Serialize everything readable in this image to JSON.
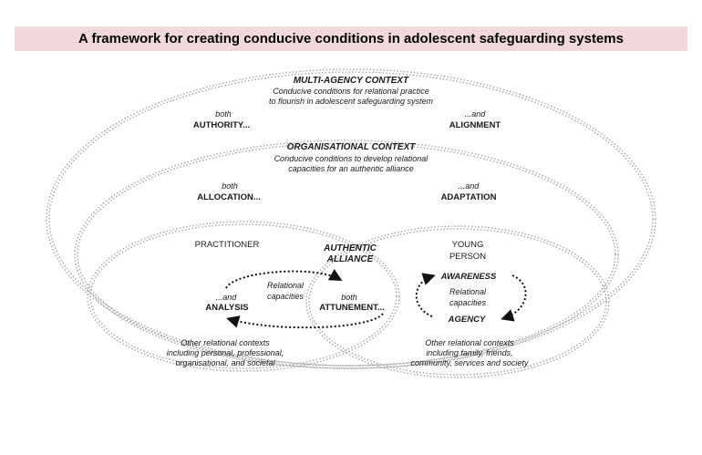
{
  "title": "A framework for creating conducive conditions in adolescent safeguarding systems",
  "multi_agency": {
    "heading": "MULTI-AGENCY CONTEXT",
    "desc_line1": "Conducive conditions for relational practice",
    "desc_line2": "to flourish in adolescent safeguarding system",
    "left_small": "both",
    "left_big": "AUTHORITY...",
    "right_small": "...and",
    "right_big": "ALIGNMENT"
  },
  "organisational": {
    "heading": "ORGANISATIONAL CONTEXT",
    "desc_line1": "Conducive conditions to develop relational",
    "desc_line2": "capacities for an authentic alliance",
    "left_small": "both",
    "left_big": "ALLOCATION...",
    "right_small": "...and",
    "right_big": "ADAPTATION"
  },
  "practitioner": {
    "heading": "PRACTITIONER",
    "capacities_line1": "Relational",
    "capacities_line2": "capacities",
    "left_small": "...and",
    "left_big": "ANALYSIS",
    "right_small": "both",
    "right_big": "ATTUNEMENT...",
    "other_line1": "Other relational contexts",
    "other_line2": "including personal, professional,",
    "other_line3": "organisational, and societal"
  },
  "alliance": {
    "line1": "AUTHENTIC",
    "line2": "ALLIANCE"
  },
  "young_person": {
    "heading_line1": "YOUNG",
    "heading_line2": "PERSON",
    "top": "AWARENESS",
    "capacities_line1": "Relational",
    "capacities_line2": "capacities",
    "bottom": "AGENCY",
    "other_line1": "Other relational contexts",
    "other_line2": "including family, friends,",
    "other_line3": "community, services and society"
  },
  "colors": {
    "title_band": "#f1d9db",
    "outline": "#a6a6a6",
    "arrows": "#111111"
  }
}
